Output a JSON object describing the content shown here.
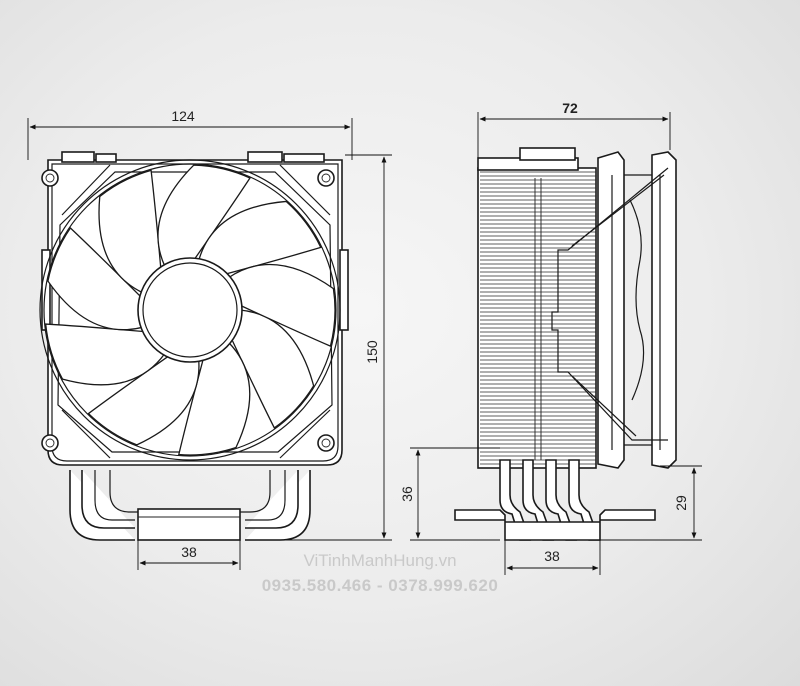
{
  "dimensions": {
    "front_width": "124",
    "front_height": "150",
    "front_base": "38",
    "side_depth": "72",
    "side_base_height": "36",
    "side_pipe_height": "29",
    "side_base": "38"
  },
  "watermark": {
    "site": "ViTinhManhHung.vn",
    "phone": "0935.580.466 - 0378.999.620"
  },
  "icons": [
    "fan-icon",
    "heatpipe-icon",
    "heatsink-fins-icon",
    "mounting-screw-icon"
  ]
}
